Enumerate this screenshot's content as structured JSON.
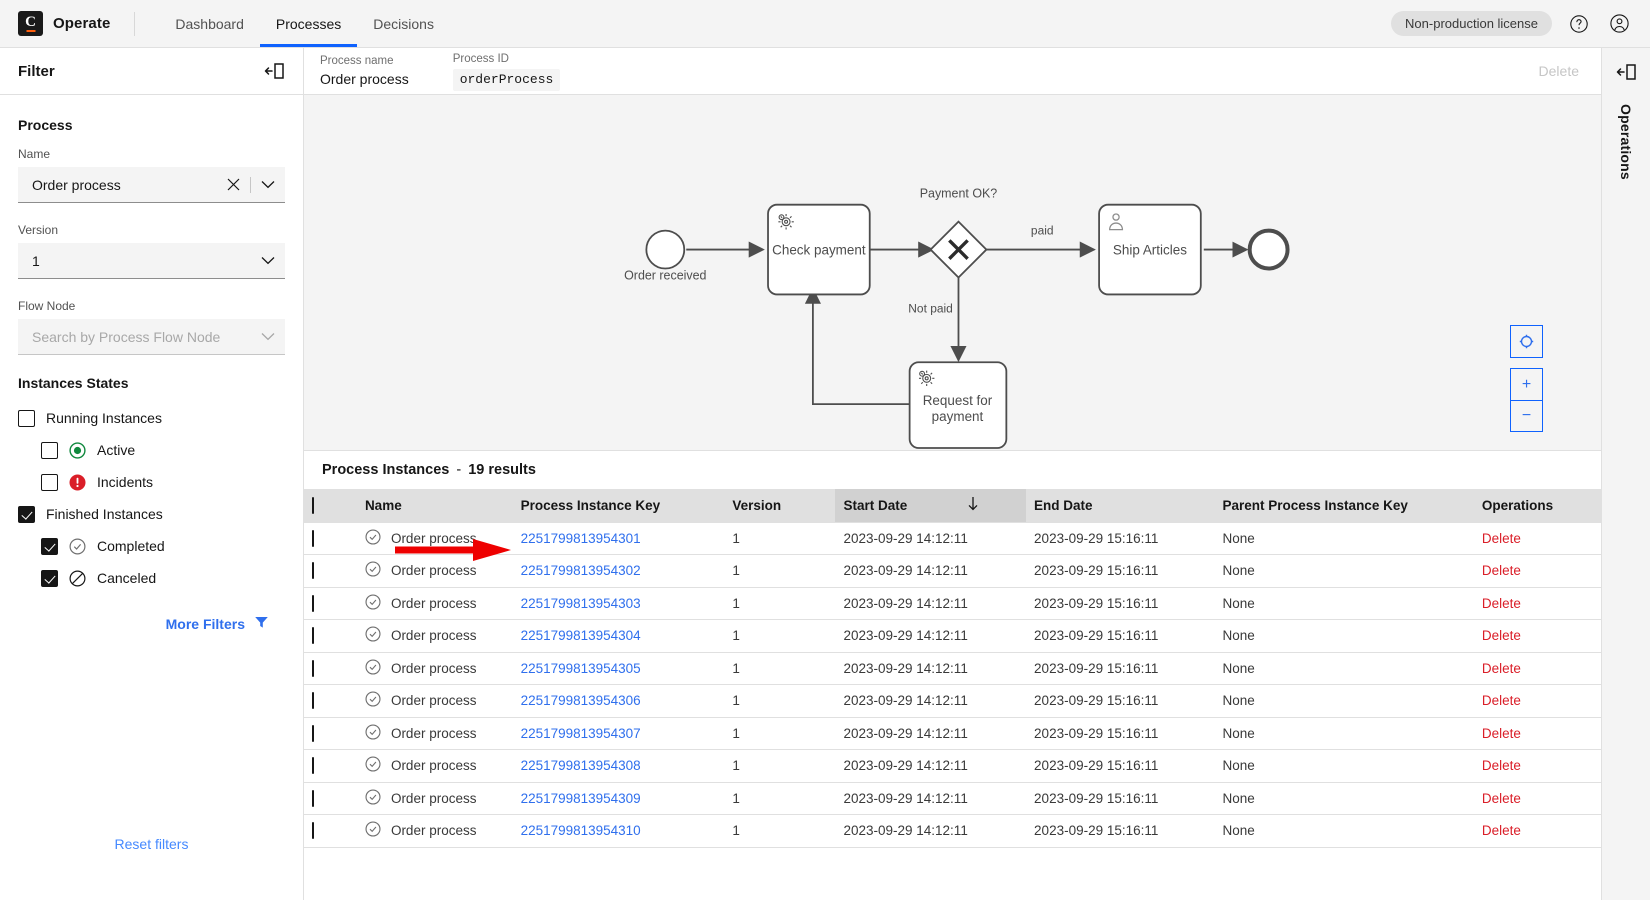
{
  "app": {
    "brand": "Operate",
    "logo_letter": "C",
    "license_badge": "Non-production license",
    "nav": [
      {
        "label": "Dashboard",
        "active": false
      },
      {
        "label": "Processes",
        "active": true
      },
      {
        "label": "Decisions",
        "active": false
      }
    ],
    "help_icon": "help-circle-icon",
    "account_icon": "user-avatar-icon",
    "accent_blue": "#0f62fe",
    "brand_orange": "#fc5d0d"
  },
  "filter_panel": {
    "title": "Filter",
    "collapse_icon": "panel-collapse-icon",
    "section_process": "Process",
    "name_label": "Name",
    "name_value": "Order process",
    "name_clear_icon": "clear-x-icon",
    "name_chevron_icon": "chevron-down-icon",
    "version_label": "Version",
    "version_value": "1",
    "version_chevron_icon": "chevron-down-icon",
    "flownode_label": "Flow Node",
    "flownode_placeholder": "Search by Process Flow Node",
    "flownode_chevron_icon": "chevron-down-icon",
    "section_states": "Instances States",
    "states": [
      {
        "label": "Running Instances",
        "checked": false,
        "indent": false,
        "icon": null
      },
      {
        "label": "Active",
        "checked": false,
        "indent": true,
        "icon": "active-circle-icon"
      },
      {
        "label": "Incidents",
        "checked": false,
        "indent": true,
        "icon": "incident-warning-icon"
      },
      {
        "label": "Finished Instances",
        "checked": true,
        "indent": false,
        "icon": null
      },
      {
        "label": "Completed",
        "checked": true,
        "indent": true,
        "icon": "completed-check-icon"
      },
      {
        "label": "Canceled",
        "checked": true,
        "indent": true,
        "icon": "canceled-slash-icon"
      }
    ],
    "more_filters": "More Filters",
    "more_filters_icon": "funnel-icon",
    "reset_filters": "Reset filters"
  },
  "process_header": {
    "name_label": "Process name",
    "name_value": "Order process",
    "id_label": "Process ID",
    "id_value": "orderProcess",
    "delete_label": "Delete"
  },
  "diagram": {
    "nodes": [
      {
        "id": "start",
        "type": "start-event",
        "label": "Order received"
      },
      {
        "id": "check",
        "type": "service-task",
        "label": "Check payment",
        "task_icon": "gears-icon"
      },
      {
        "id": "gateway",
        "type": "exclusive-gateway",
        "label": "Payment OK?"
      },
      {
        "id": "ship",
        "type": "user-task",
        "label": "Ship Articles",
        "task_icon": "user-task-icon"
      },
      {
        "id": "request",
        "type": "service-task",
        "label": "Request for payment",
        "task_icon": "gears-icon"
      },
      {
        "id": "end",
        "type": "end-event",
        "label": ""
      }
    ],
    "flow_labels": [
      {
        "id": "paid",
        "label": "paid"
      },
      {
        "id": "notpaid",
        "label": "Not paid"
      }
    ],
    "controls": {
      "reset_icon": "reset-zoom-icon",
      "zoom_in": "+",
      "zoom_out": "−"
    }
  },
  "instances": {
    "title": "Process Instances",
    "separator": "-",
    "results_text": "19 results",
    "select_all_checkbox": false,
    "sorted_column": "Start Date",
    "sort_direction_icon": "arrow-down-icon",
    "columns": [
      "Name",
      "Process Instance Key",
      "Version",
      "Start Date",
      "End Date",
      "Parent Process Instance Key",
      "Operations"
    ],
    "delete_label": "Delete",
    "row_state_icon": "completed-check-icon",
    "rows": [
      {
        "name": "Order process",
        "key": "2251799813954301",
        "version": "1",
        "start": "2023-09-29 14:12:11",
        "end": "2023-09-29 15:16:11",
        "parent": "None",
        "op": "Delete",
        "checked": false
      },
      {
        "name": "Order process",
        "key": "2251799813954302",
        "version": "1",
        "start": "2023-09-29 14:12:11",
        "end": "2023-09-29 15:16:11",
        "parent": "None",
        "op": "Delete",
        "checked": false
      },
      {
        "name": "Order process",
        "key": "2251799813954303",
        "version": "1",
        "start": "2023-09-29 14:12:11",
        "end": "2023-09-29 15:16:11",
        "parent": "None",
        "op": "Delete",
        "checked": false
      },
      {
        "name": "Order process",
        "key": "2251799813954304",
        "version": "1",
        "start": "2023-09-29 14:12:11",
        "end": "2023-09-29 15:16:11",
        "parent": "None",
        "op": "Delete",
        "checked": false
      },
      {
        "name": "Order process",
        "key": "2251799813954305",
        "version": "1",
        "start": "2023-09-29 14:12:11",
        "end": "2023-09-29 15:16:11",
        "parent": "None",
        "op": "Delete",
        "checked": false
      },
      {
        "name": "Order process",
        "key": "2251799813954306",
        "version": "1",
        "start": "2023-09-29 14:12:11",
        "end": "2023-09-29 15:16:11",
        "parent": "None",
        "op": "Delete",
        "checked": false
      },
      {
        "name": "Order process",
        "key": "2251799813954307",
        "version": "1",
        "start": "2023-09-29 14:12:11",
        "end": "2023-09-29 15:16:11",
        "parent": "None",
        "op": "Delete",
        "checked": false
      },
      {
        "name": "Order process",
        "key": "2251799813954308",
        "version": "1",
        "start": "2023-09-29 14:12:11",
        "end": "2023-09-29 15:16:11",
        "parent": "None",
        "op": "Delete",
        "checked": false
      },
      {
        "name": "Order process",
        "key": "2251799813954309",
        "version": "1",
        "start": "2023-09-29 14:12:11",
        "end": "2023-09-29 15:16:11",
        "parent": "None",
        "op": "Delete",
        "checked": false
      },
      {
        "name": "Order process",
        "key": "2251799813954310",
        "version": "1",
        "start": "2023-09-29 14:12:11",
        "end": "2023-09-29 15:16:11",
        "parent": "None",
        "op": "Delete",
        "checked": false
      }
    ]
  },
  "operations_panel": {
    "label": "Operations",
    "collapse_icon": "panel-collapse-icon"
  },
  "annotation": {
    "type": "red-arrow",
    "color": "#ee0000",
    "points_to": "first-row-process-instance-key"
  }
}
